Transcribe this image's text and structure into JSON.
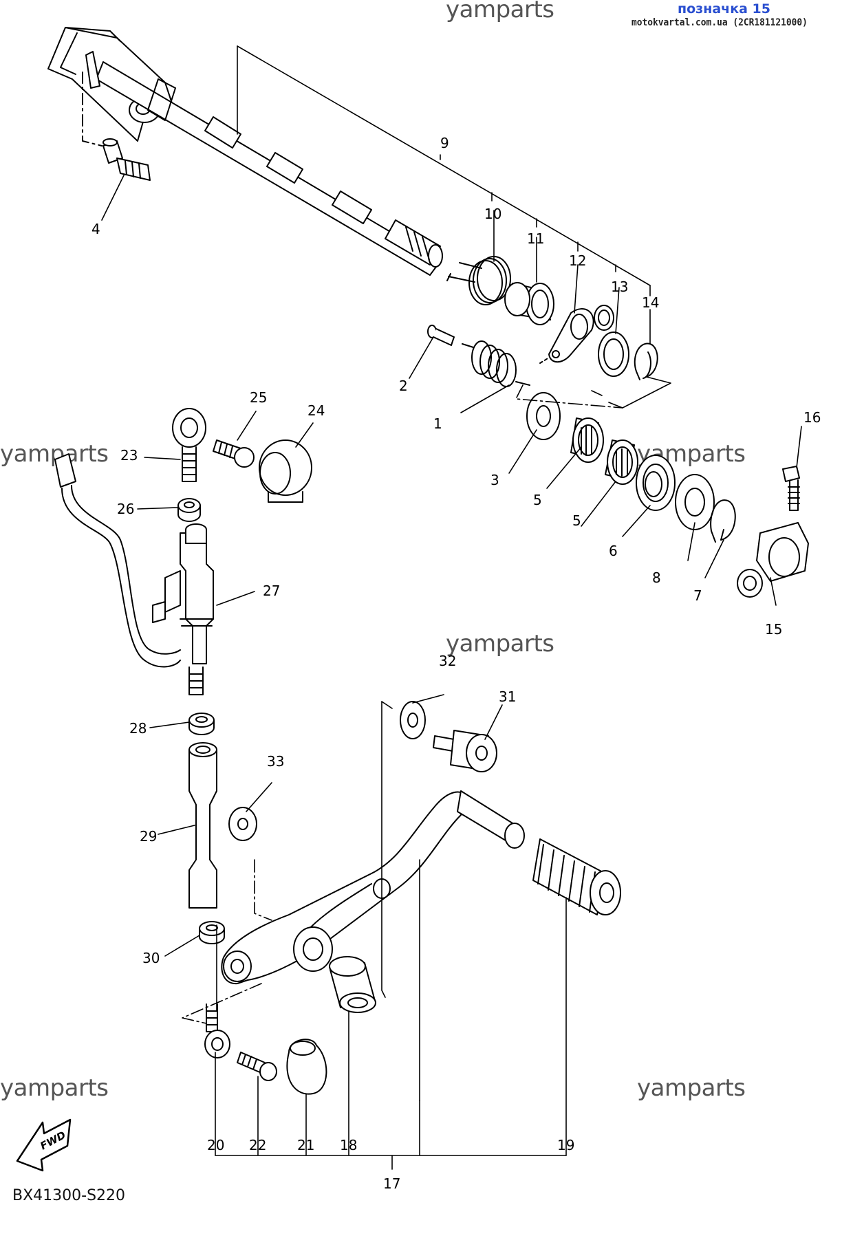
{
  "header": {
    "title": "позначка 15",
    "subtitle": "motokvartal.com.ua (2CR181121000)"
  },
  "watermarks": [
    "yamparts",
    "yamparts",
    "yamparts",
    "yamparts",
    "yamparts",
    "yamparts"
  ],
  "diagram_code": "BX41300-S220",
  "fwd_label": "FWD",
  "part_numbers": [
    "1",
    "2",
    "3",
    "4",
    "5",
    "5",
    "6",
    "7",
    "8",
    "9",
    "10",
    "11",
    "12",
    "13",
    "14",
    "15",
    "16",
    "17",
    "18",
    "19",
    "20",
    "21",
    "22",
    "23",
    "24",
    "25",
    "26",
    "27",
    "28",
    "29",
    "30",
    "31",
    "32",
    "33"
  ]
}
